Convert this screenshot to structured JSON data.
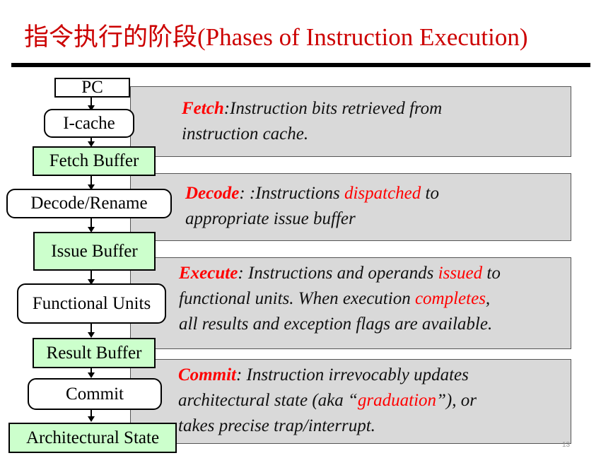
{
  "title": "指令执行的阶段(Phases of Instruction Execution)",
  "pipeline": {
    "pc": "PC",
    "icache": "I-cache",
    "fetch_buffer": "Fetch Buffer",
    "decode_rename": "Decode/Rename",
    "issue_buffer": "Issue Buffer",
    "functional_units": "Functional Units",
    "result_buffer": "Result Buffer",
    "commit": "Commit",
    "architectural_state": "Architectural State"
  },
  "phases": {
    "fetch": {
      "name": "Fetch",
      "text_1": ":Instruction bits retrieved from",
      "text_2": "instruction cache."
    },
    "decode": {
      "name": "Decode",
      "text_1": ": :Instructions ",
      "highlight_1": "dispatched",
      "text_2": " to",
      "text_3": "appropriate issue buffer"
    },
    "execute": {
      "name": "Execute",
      "text_1": ": Instructions and operands ",
      "highlight_1": "issued",
      "text_2": " to",
      "text_3": "functional units. When execution ",
      "highlight_2": "completes",
      "text_4": ",",
      "text_5": "all results and exception flags are available."
    },
    "commit": {
      "name": "Commit",
      "text_1": ": Instruction irrevocably updates",
      "text_2": "architectural state (aka “",
      "highlight_1": "graduation",
      "text_3": "”), or",
      "text_4": "takes precise trap/interrupt."
    }
  },
  "page_number": "13"
}
